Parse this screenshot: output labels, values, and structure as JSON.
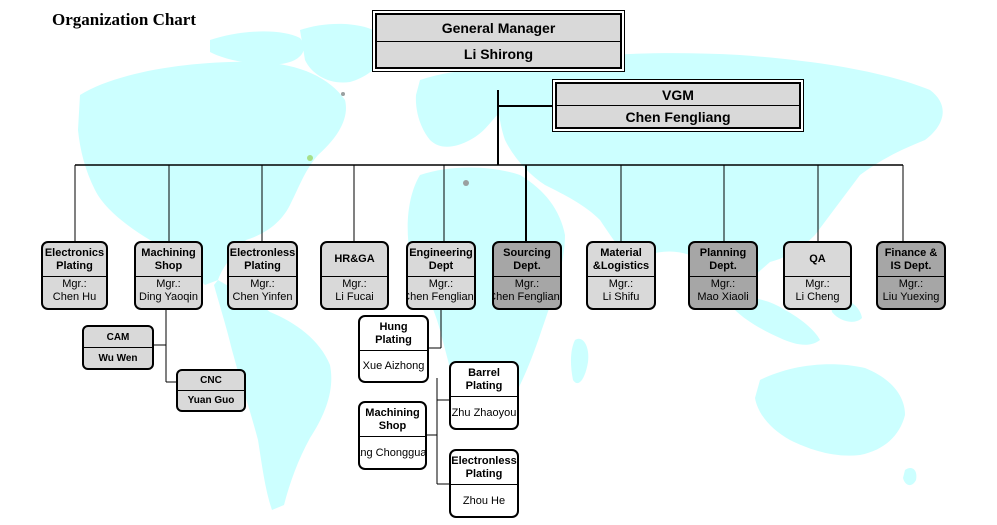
{
  "title": "Organization Chart",
  "gm": {
    "title": "General Manager",
    "name": "Li Shirong"
  },
  "vgm": {
    "title": "VGM",
    "name": "Chen Fengliang"
  },
  "departments": [
    {
      "name": "Electronics Plating",
      "mgr": "Mgr.:",
      "person": "Chen Hu"
    },
    {
      "name": "Machining Shop",
      "mgr": "Mgr.:",
      "person": "Ding Yaoqin"
    },
    {
      "name": "Electronless Plating",
      "mgr": "Mgr.:",
      "person": "Chen Yinfen"
    },
    {
      "name": "HR&GA",
      "mgr": "Mgr.:",
      "person": "Li Fucai"
    },
    {
      "name": "Engineering Dept",
      "mgr": "Mgr.:",
      "person": "Chen Fengliang"
    },
    {
      "name": "Sourcing Dept.",
      "mgr": "Mgr.:",
      "person": "Chen Fengliang"
    },
    {
      "name": "Material &Logistics",
      "mgr": "Mgr.:",
      "person": "Li Shifu"
    },
    {
      "name": "Planning Dept.",
      "mgr": "Mgr.:",
      "person": "Mao Xiaoli"
    },
    {
      "name": "QA",
      "mgr": "Mgr.:",
      "person": "Li Cheng"
    },
    {
      "name": "Finance & IS Dept.",
      "mgr": "Mgr.:",
      "person": "Liu Yuexing"
    }
  ],
  "machining_sub": [
    {
      "name": "CAM",
      "person": "Wu Wen"
    },
    {
      "name": "CNC",
      "person": "Yuan Guo"
    }
  ],
  "engineering_sub": [
    {
      "name": "Hung Plating",
      "person": "Xue Aizhong"
    },
    {
      "name": "Machining Shop",
      "person": "Jiang Chongguang"
    }
  ],
  "shop_sub": [
    {
      "name": "Barrel Plating",
      "person": "Zhu Zhaoyou"
    },
    {
      "name": "Electronless Plating",
      "person": "Zhou He"
    }
  ],
  "colors": {
    "map": "#ccffff",
    "box_fill": "#d9d9d9",
    "box_dark": "#a6a6a6"
  }
}
